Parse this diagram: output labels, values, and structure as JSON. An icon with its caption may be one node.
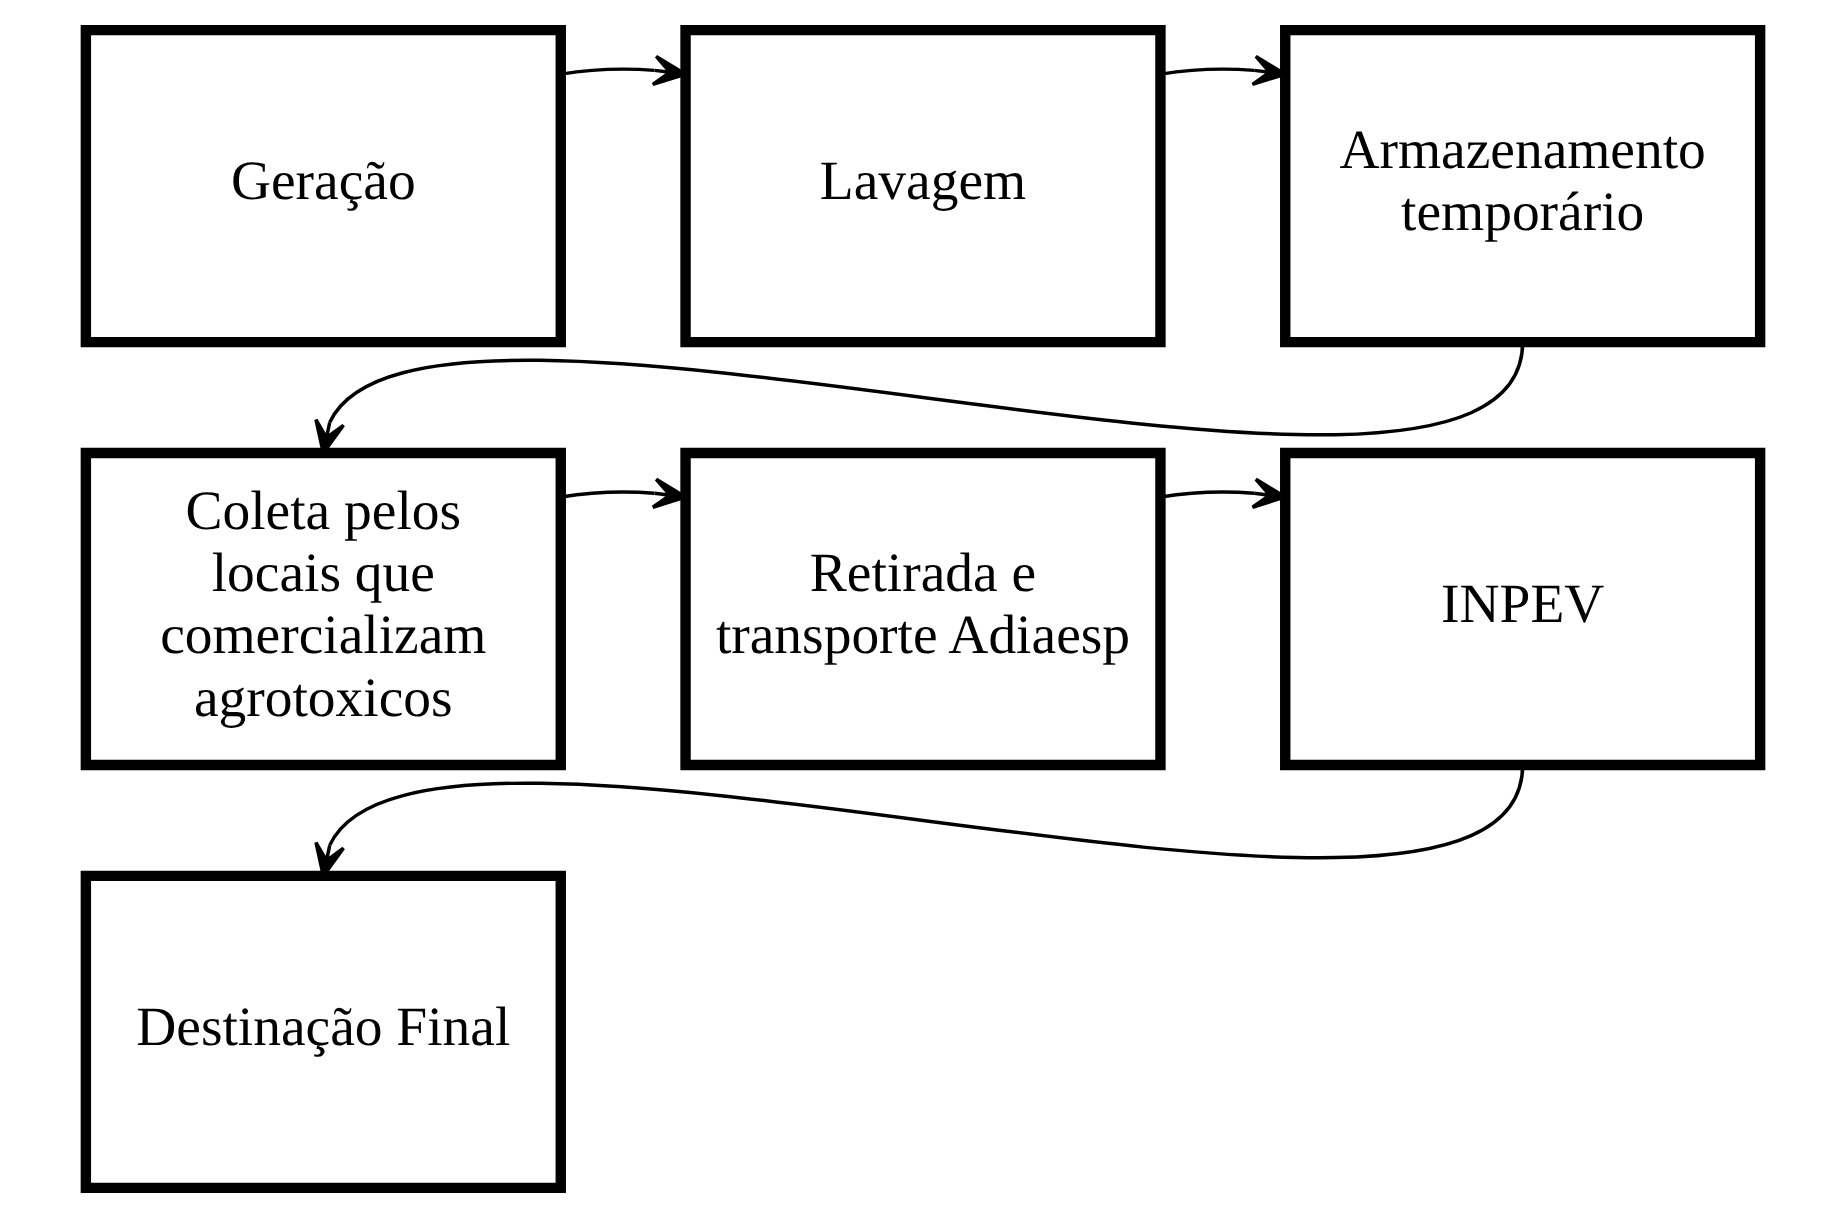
{
  "diagram": {
    "nodes": [
      {
        "text": [
          "Geração"
        ]
      },
      {
        "text": [
          "Lavagem"
        ]
      },
      {
        "text": [
          "Armazenamento temporário"
        ]
      },
      {
        "text": [
          "Coleta pelos locais que comercializam agrotoxicos"
        ]
      },
      {
        "text": [
          "Retirada e transporte Adiaesp"
        ]
      },
      {
        "text": [
          "INPEV"
        ]
      },
      {
        "text": [
          "Destinação Final"
        ]
      }
    ],
    "edges": [
      {
        "from": 0,
        "to": 1,
        "arrow": "to"
      },
      {
        "from": 1,
        "to": 2,
        "arrow": "to"
      },
      {
        "from": 2,
        "to": 3,
        "arrow": "to"
      },
      {
        "from": 3,
        "to": 4,
        "arrow": "to"
      },
      {
        "from": 4,
        "to": 5,
        "arrow": "to"
      },
      {
        "from": 5,
        "to": 6,
        "arrow": "to"
      }
    ]
  }
}
